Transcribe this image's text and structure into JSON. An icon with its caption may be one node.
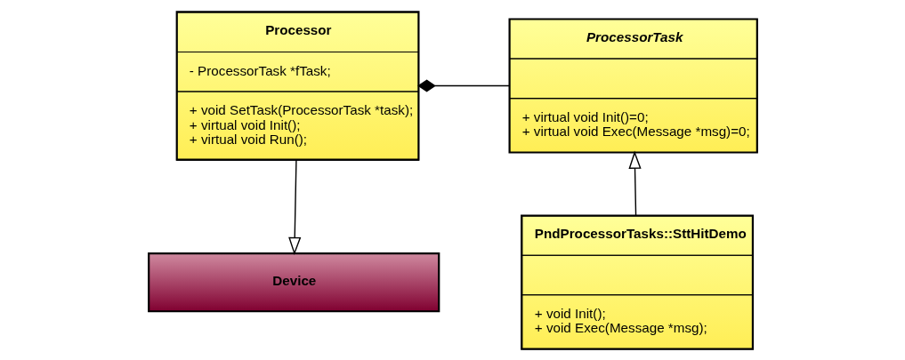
{
  "diagram": {
    "nodes": [
      {
        "text": [
          "Processor",
          "- ProcessorTask *fTask;",
          "+ void SetTask(ProcessorTask *task);",
          "+ virtual void Init();",
          "+ virtual void Run();"
        ]
      },
      {
        "text": [
          "ProcessorTask",
          "+ virtual void Init()=0;",
          "+ virtual void Exec(Message *msg)=0;"
        ]
      },
      {
        "text": [
          "PndProcessorTasks::SttHitDemo",
          "+ void Init();",
          "+ void Exec(Message *msg);"
        ]
      },
      {
        "text": [
          "Device"
        ]
      }
    ],
    "edges": [
      {
        "from": 0,
        "to": 1,
        "arrow": "other"
      },
      {
        "from": 0,
        "to": 3,
        "arrow": "to"
      },
      {
        "from": 2,
        "to": 1,
        "arrow": "to"
      }
    ]
  }
}
